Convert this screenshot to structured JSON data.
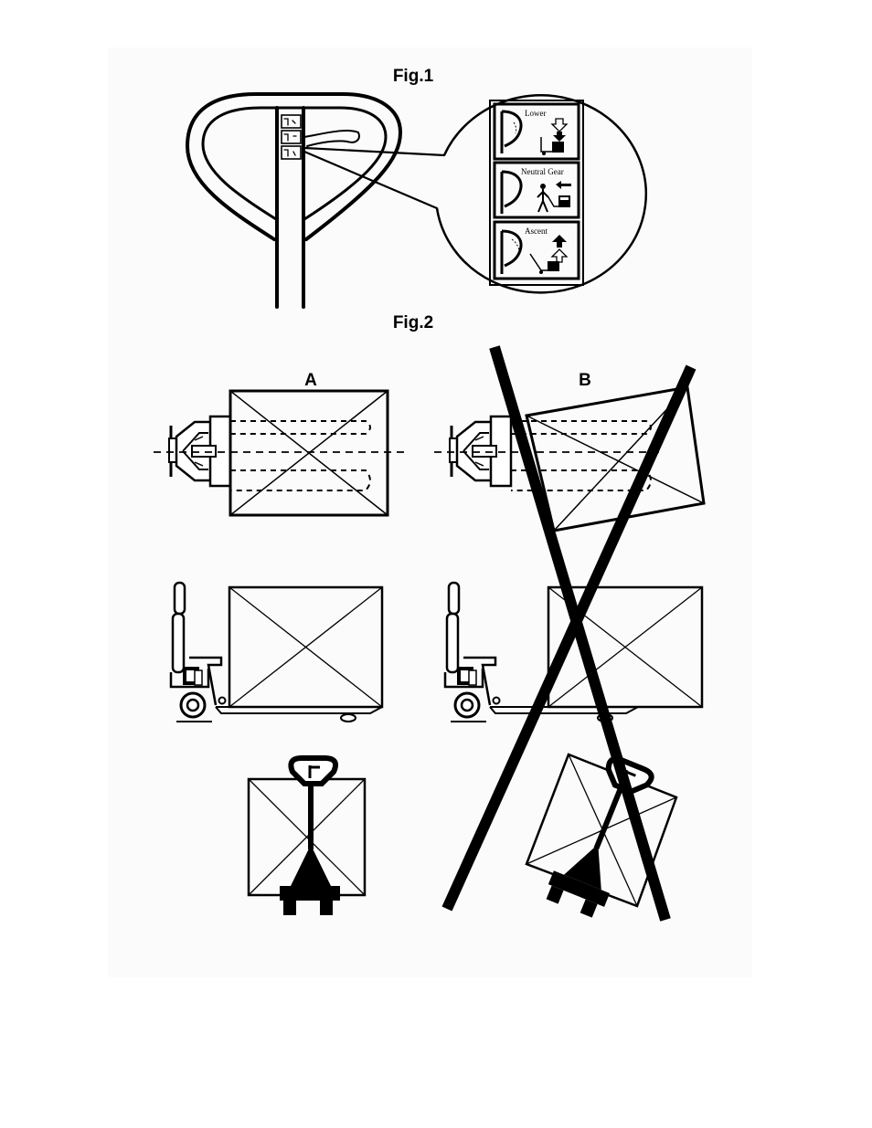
{
  "fig1": {
    "title": "Fig.1",
    "labels": [
      "Lower",
      "Neutral Gear",
      "Ascent"
    ]
  },
  "fig2": {
    "title": "Fig.2",
    "col_a": "A",
    "col_b": "B"
  },
  "colors": {
    "ink": "#000000",
    "paper": "#fbfbfb"
  }
}
